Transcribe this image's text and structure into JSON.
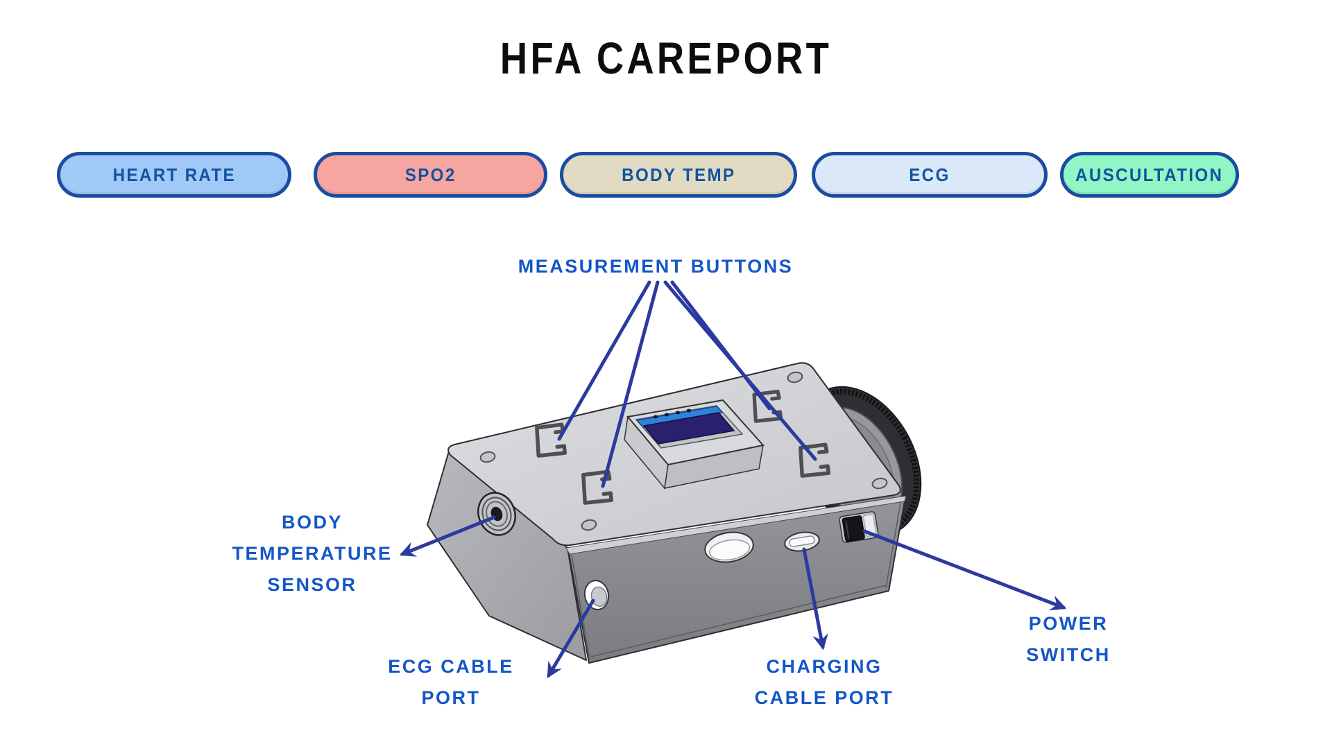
{
  "title": "HFA CAREPORT",
  "legend_buttons": [
    {
      "id": "heart-rate",
      "label": "HEART RATE",
      "fill": "#a0c9f8"
    },
    {
      "id": "spo2",
      "label": "SPO2",
      "fill": "#f7a5a0"
    },
    {
      "id": "body-temp",
      "label": "BODY TEMP",
      "fill": "#e2dbc4"
    },
    {
      "id": "ecg",
      "label": "ECG",
      "fill": "#dae8fa"
    },
    {
      "id": "auscultation",
      "label": "AUSCULTATION",
      "fill": "#90f6c6"
    }
  ],
  "annotations": {
    "measurement_buttons": {
      "label": "MEASUREMENT BUTTONS"
    },
    "body_temperature_sensor": {
      "lines": [
        "BODY",
        "TEMPERATURE",
        "SENSOR"
      ]
    },
    "ecg_cable_port": {
      "lines": [
        "ECG CABLE",
        "PORT"
      ]
    },
    "charging_cable_port": {
      "lines": [
        "CHARGING",
        "CABLE PORT"
      ]
    },
    "power_switch": {
      "lines": [
        "POWER",
        "SWITCH"
      ]
    }
  },
  "colors": {
    "label_text": "#1456c8",
    "arrow": "#2c3aa0",
    "button_border": "#1a4da0",
    "button_text": "#14529f",
    "title_text": "#0d0d0f"
  }
}
